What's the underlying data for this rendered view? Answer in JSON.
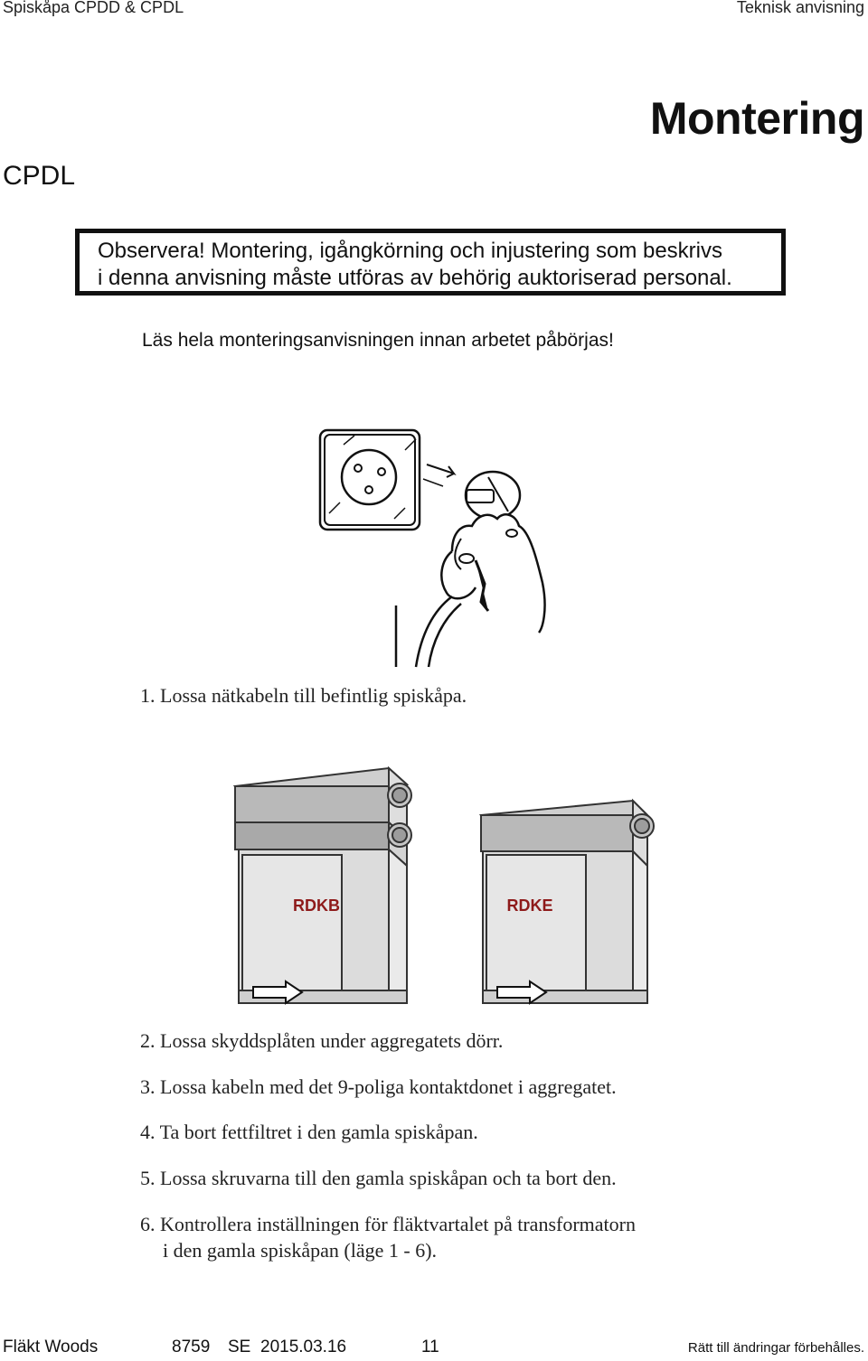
{
  "header": {
    "left": "Spiskåpa CPDD & CPDL",
    "right": "Teknisk anvisning"
  },
  "title": "Montering",
  "model": "CPDL",
  "warning": {
    "line1": "Observera! Montering, igångkörning och injustering som beskrivs",
    "line2": "i denna anvisning måste utföras av behörig auktoriserad personal."
  },
  "read_all": "Läs hela monteringsanvisningen innan arbetet påbörjas!",
  "figure2": {
    "unit1_label": "RDKB",
    "unit2_label": "RDKE"
  },
  "steps": [
    {
      "text": "1. Lossa nätkabeln till befintlig spiskåpa."
    },
    {
      "text": "2. Lossa skyddsplåten under aggregatets dörr."
    },
    {
      "text": "3. Lossa kabeln med det 9-poliga kontaktdonet i aggregatet."
    },
    {
      "text": "4. Ta bort fettfiltret i den gamla spiskåpan."
    },
    {
      "text": "5. Lossa skruvarna till den gamla spiskåpan och ta bort den."
    },
    {
      "text": "6. Kontrollera inställningen för fläktvartalet på transformatorn",
      "text2": "i den gamla spiskåpan (läge 1 - 6)."
    }
  ],
  "footer": {
    "company": "Fläkt Woods",
    "doc_no": "8759",
    "lang": "SE",
    "date": "2015.03.16",
    "page": "11",
    "rights": "Rätt till ändringar förbehålles."
  }
}
